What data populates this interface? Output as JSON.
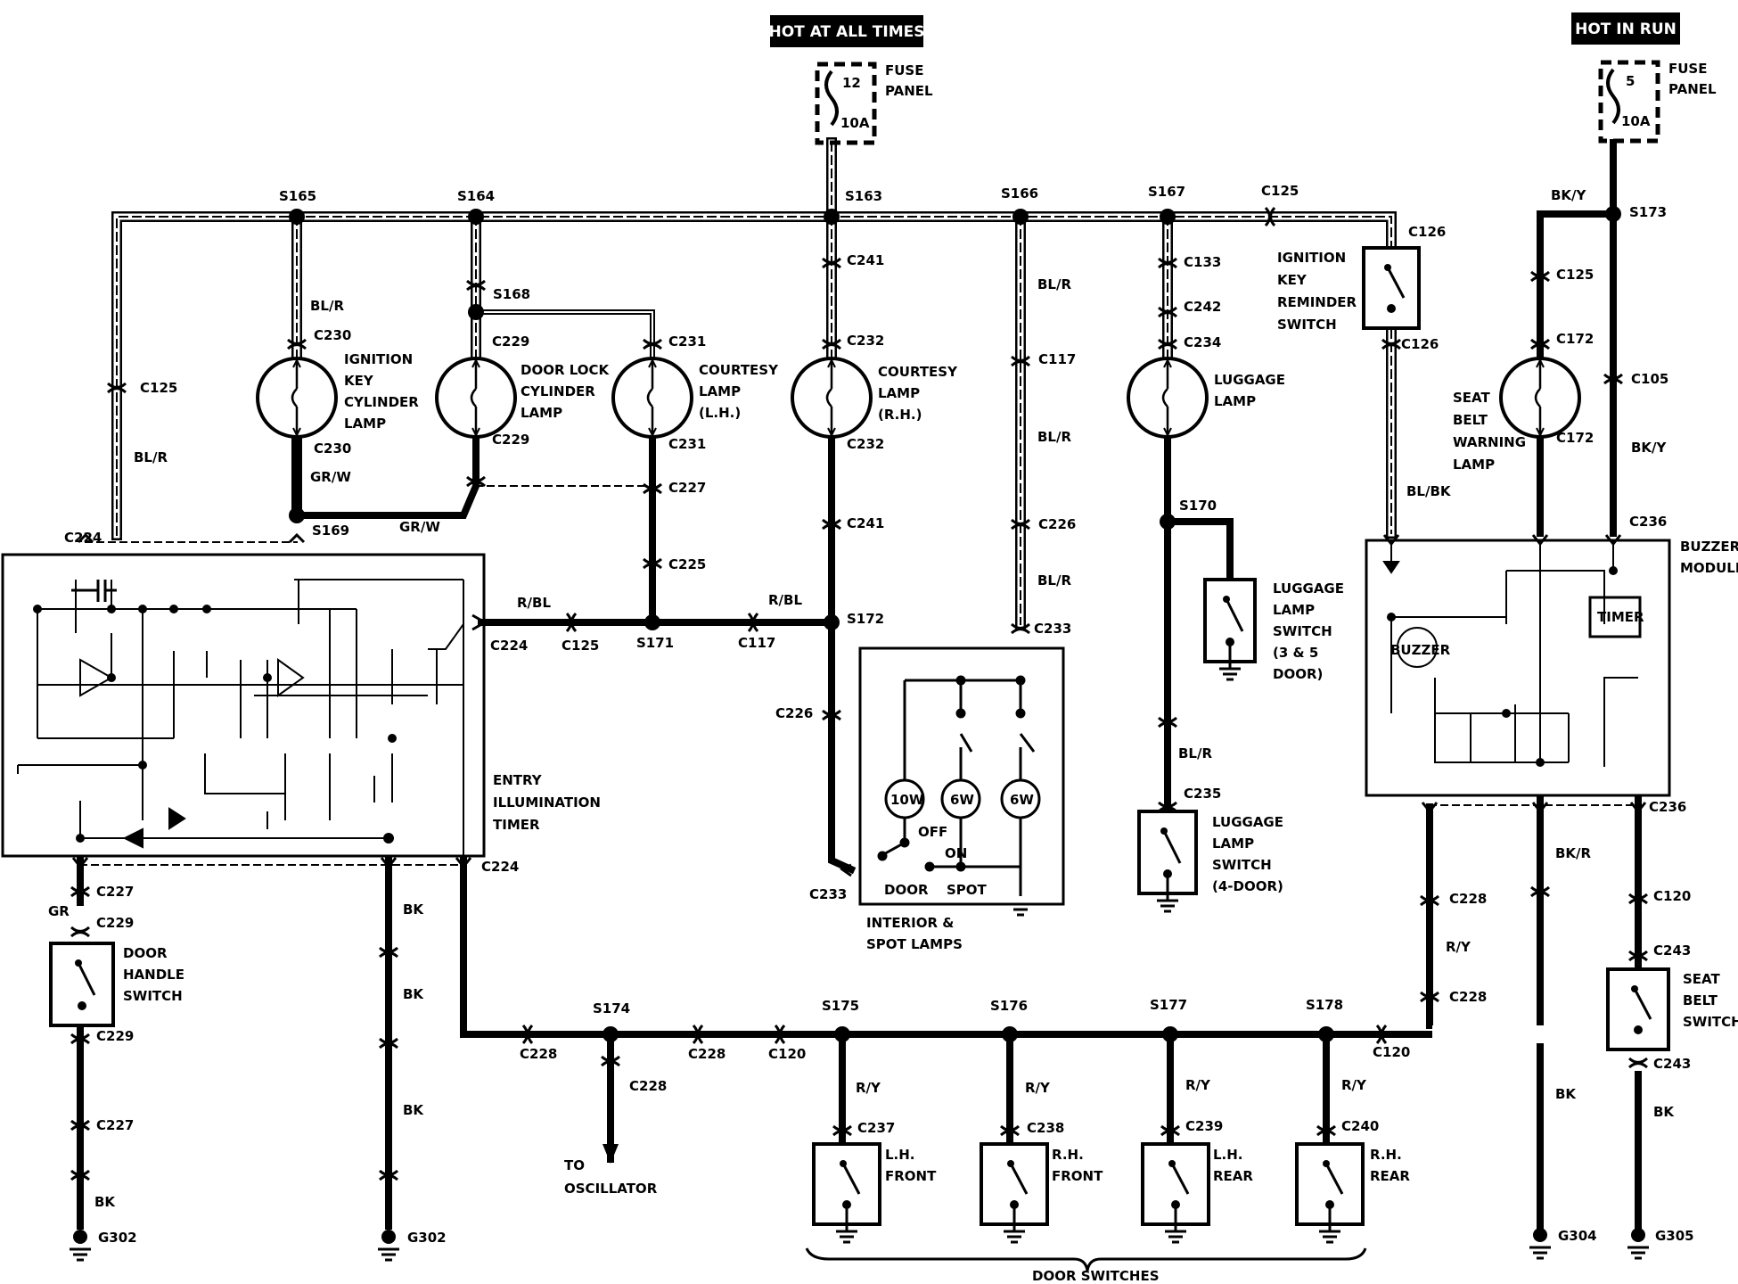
{
  "supply": {
    "hot_at_all_times": "HOT AT ALL TIMES",
    "hot_in_run": "HOT IN RUN",
    "fuse1": {
      "number": "12",
      "rating": "10A",
      "label_l1": "FUSE",
      "label_l2": "PANEL"
    },
    "fuse2": {
      "number": "5",
      "rating": "10A",
      "label_l1": "FUSE",
      "label_l2": "PANEL"
    }
  },
  "splices": {
    "s163": "S163",
    "s164": "S164",
    "s165": "S165",
    "s166": "S166",
    "s167": "S167",
    "s168": "S168",
    "s169": "S169",
    "s170": "S170",
    "s171": "S171",
    "s172": "S172",
    "s173": "S173",
    "s174": "S174",
    "s175": "S175",
    "s176": "S176",
    "s177": "S177",
    "s178": "S178"
  },
  "connectors": {
    "c125": "C125",
    "c126": "C126",
    "c133": "C133",
    "c242": "C242",
    "c234": "C234",
    "c241": "C241",
    "c232": "C232",
    "c230": "C230",
    "c229": "C229",
    "c231": "C231",
    "c227": "C227",
    "c225": "C225",
    "c224": "C224",
    "c117": "C117",
    "c226": "C226",
    "c233": "C233",
    "c235": "C235",
    "c172": "C172",
    "c105": "C105",
    "c236": "C236",
    "c228": "C228",
    "c120": "C120",
    "c243": "C243",
    "c237": "C237",
    "c238": "C238",
    "c239": "C239",
    "c240": "C240"
  },
  "wires": {
    "bl_r": "BL/R",
    "gr_w": "GR/W",
    "r_bl": "R/BL",
    "bl_bk": "BL/BK",
    "bk_y": "BK/Y",
    "bk_r": "BK/R",
    "r_y": "R/Y",
    "bk": "BK",
    "gr": "GR"
  },
  "components": {
    "ign_key_lamp": [
      "IGNITION",
      "KEY",
      "CYLINDER",
      "LAMP"
    ],
    "door_lock_lamp": [
      "DOOR LOCK",
      "CYLINDER",
      "LAMP"
    ],
    "courtesy_lh": [
      "COURTESY",
      "LAMP",
      "(L.H.)"
    ],
    "courtesy_rh": [
      "COURTESY",
      "LAMP",
      "(R.H.)"
    ],
    "luggage_lamp": [
      "LUGGAGE",
      "LAMP"
    ],
    "seat_belt_lamp": [
      "SEAT",
      "BELT",
      "WARNING",
      "LAMP"
    ],
    "ign_key_reminder": [
      "IGNITION",
      "KEY",
      "REMINDER",
      "SWITCH"
    ],
    "luggage_switch_35": [
      "LUGGAGE",
      "LAMP",
      "SWITCH",
      "(3 & 5",
      "DOOR)"
    ],
    "luggage_switch_4": [
      "LUGGAGE",
      "LAMP",
      "SWITCH",
      "(4-DOOR)"
    ],
    "entry_timer": [
      "ENTRY",
      "ILLUMINATION",
      "TIMER"
    ],
    "buzzer_module": [
      "BUZZER",
      "MODULE"
    ],
    "buzzer": "BUZZER",
    "timer": "TIMER",
    "door_handle_switch": [
      "DOOR",
      "HANDLE",
      "SWITCH"
    ],
    "seat_belt_switch": [
      "SEAT",
      "BELT",
      "SWITCH"
    ],
    "interior_spot": [
      "INTERIOR &",
      "SPOT LAMPS"
    ],
    "bulb_10w": "10W",
    "bulb_6w_a": "6W",
    "bulb_6w_b": "6W",
    "off": "OFF",
    "on": "ON",
    "door": "DOOR",
    "spot": "SPOT",
    "to_oscillator": [
      "TO",
      "OSCILLATOR"
    ],
    "door_switches": "DOOR SWITCHES",
    "lh_front": [
      "L.H.",
      "FRONT"
    ],
    "rh_front": [
      "R.H.",
      "FRONT"
    ],
    "lh_rear": [
      "L.H.",
      "REAR"
    ],
    "rh_rear": [
      "R.H.",
      "REAR"
    ]
  },
  "grounds": {
    "g302": "G302",
    "g304": "G304",
    "g305": "G305"
  }
}
